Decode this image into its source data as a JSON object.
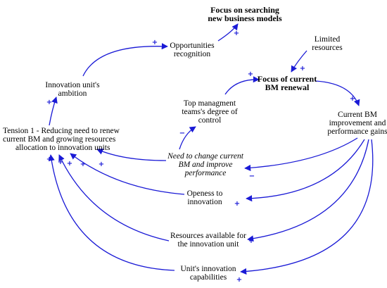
{
  "colors": {
    "link": "#1a1ad6",
    "text": "#000000",
    "background": "#ffffff"
  },
  "nodes": {
    "focus_searching": {
      "lines": [
        "Focus on searching",
        "new business models"
      ],
      "style": "bold"
    },
    "opportunities": {
      "lines": [
        "Opportunities",
        "recognition"
      ],
      "style": "normal"
    },
    "limited_resources": {
      "lines": [
        "Limited",
        "resources"
      ],
      "style": "normal"
    },
    "innovation_ambition": {
      "lines": [
        "Innovation unit's",
        "ambition"
      ],
      "style": "normal"
    },
    "focus_current": {
      "lines": [
        "Focus of current",
        "BM renewal"
      ],
      "style": "bold"
    },
    "top_mgmt": {
      "lines": [
        "Top managment",
        "teams's degree of",
        "control"
      ],
      "style": "normal"
    },
    "tension": {
      "lines": [
        "Tension 1 - Reducing need to renew",
        "current BM and growing resources",
        "allocation to innovation units"
      ],
      "style": "normal"
    },
    "current_bm": {
      "lines": [
        "Current BM",
        "improvement and",
        "performance gains"
      ],
      "style": "normal"
    },
    "need_change": {
      "lines": [
        "Need to change current",
        "BM and improve",
        "performance"
      ],
      "style": "italic"
    },
    "openess": {
      "lines": [
        "Openess to",
        "innovation"
      ],
      "style": "normal"
    },
    "resources_available": {
      "lines": [
        "Resources available for",
        "the innovation unit"
      ],
      "style": "normal"
    },
    "capabilities": {
      "lines": [
        "Unit's innovation",
        "capabilities"
      ],
      "style": "normal"
    }
  },
  "polarities": {
    "opp_to_search": "+",
    "ambition_to_opp": "+",
    "tension_to_ambition": "+",
    "limited_to_focus": "+",
    "top_to_focus": "+",
    "focus_to_current": "+",
    "need_to_top": "−",
    "current_to_need": "−",
    "need_to_tension": "+",
    "current_to_open": "+",
    "open_to_tension": "+",
    "current_to_res": "+",
    "res_to_tension": "+",
    "current_to_cap": "+",
    "cap_to_tension": "+"
  }
}
